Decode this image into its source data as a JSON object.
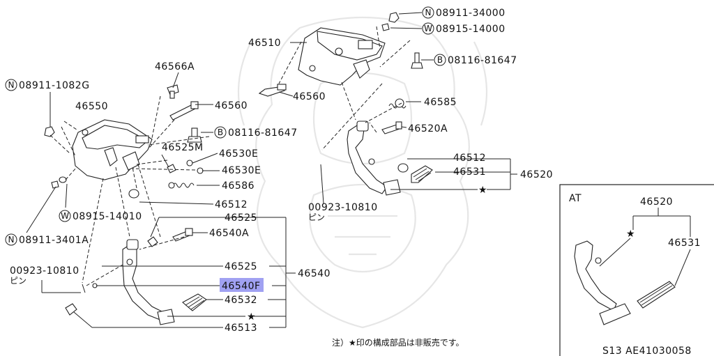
{
  "labels": {
    "l_n_08911_34000": "08911-34000",
    "l_w_08915_14000": "08915-14000",
    "l_b_08116_81647_top": "08116-81647",
    "l_46510": "46510",
    "l_46560_top": "46560",
    "l_46585": "46585",
    "l_46520A": "46520A",
    "l_46512_right": "46512",
    "l_46531_right": "46531",
    "l_46520": "46520",
    "l_00923_10810_right": "00923-10810",
    "l_pin_right": "ピン",
    "l_n_08911_1082G": "08911-1082G",
    "l_46550": "46550",
    "l_46566A": "46566A",
    "l_46560_left": "46560",
    "l_b_08116_81647_left": "08116-81647",
    "l_46525M": "46525M",
    "l_46530E_1": "46530E",
    "l_46530E_2": "46530E",
    "l_46586": "46586",
    "l_46512_left": "46512",
    "l_w_08915_14010": "08915-14010",
    "l_n_08911_3401A": "08911-3401A",
    "l_46525_top": "46525",
    "l_46540A": "46540A",
    "l_00923_10810_left": "00923-10810",
    "l_pin_left": "ピン",
    "l_46525_mid": "46525",
    "l_46540": "46540",
    "l_46540F": "46540F",
    "l_46532": "46532",
    "l_46513": "46513",
    "l_note": "注）★印の構成部品は非販売です。",
    "l_at": "AT",
    "l_at_46520": "46520",
    "l_at_46531": "46531",
    "l_footer_code": "S13    AE41030058"
  },
  "circle_prefixes": {
    "n1": "N",
    "w1": "W",
    "b1": "B",
    "n2": "N",
    "b2": "B",
    "w2": "W",
    "n3": "N"
  },
  "highlight_color": "#8f90f0"
}
